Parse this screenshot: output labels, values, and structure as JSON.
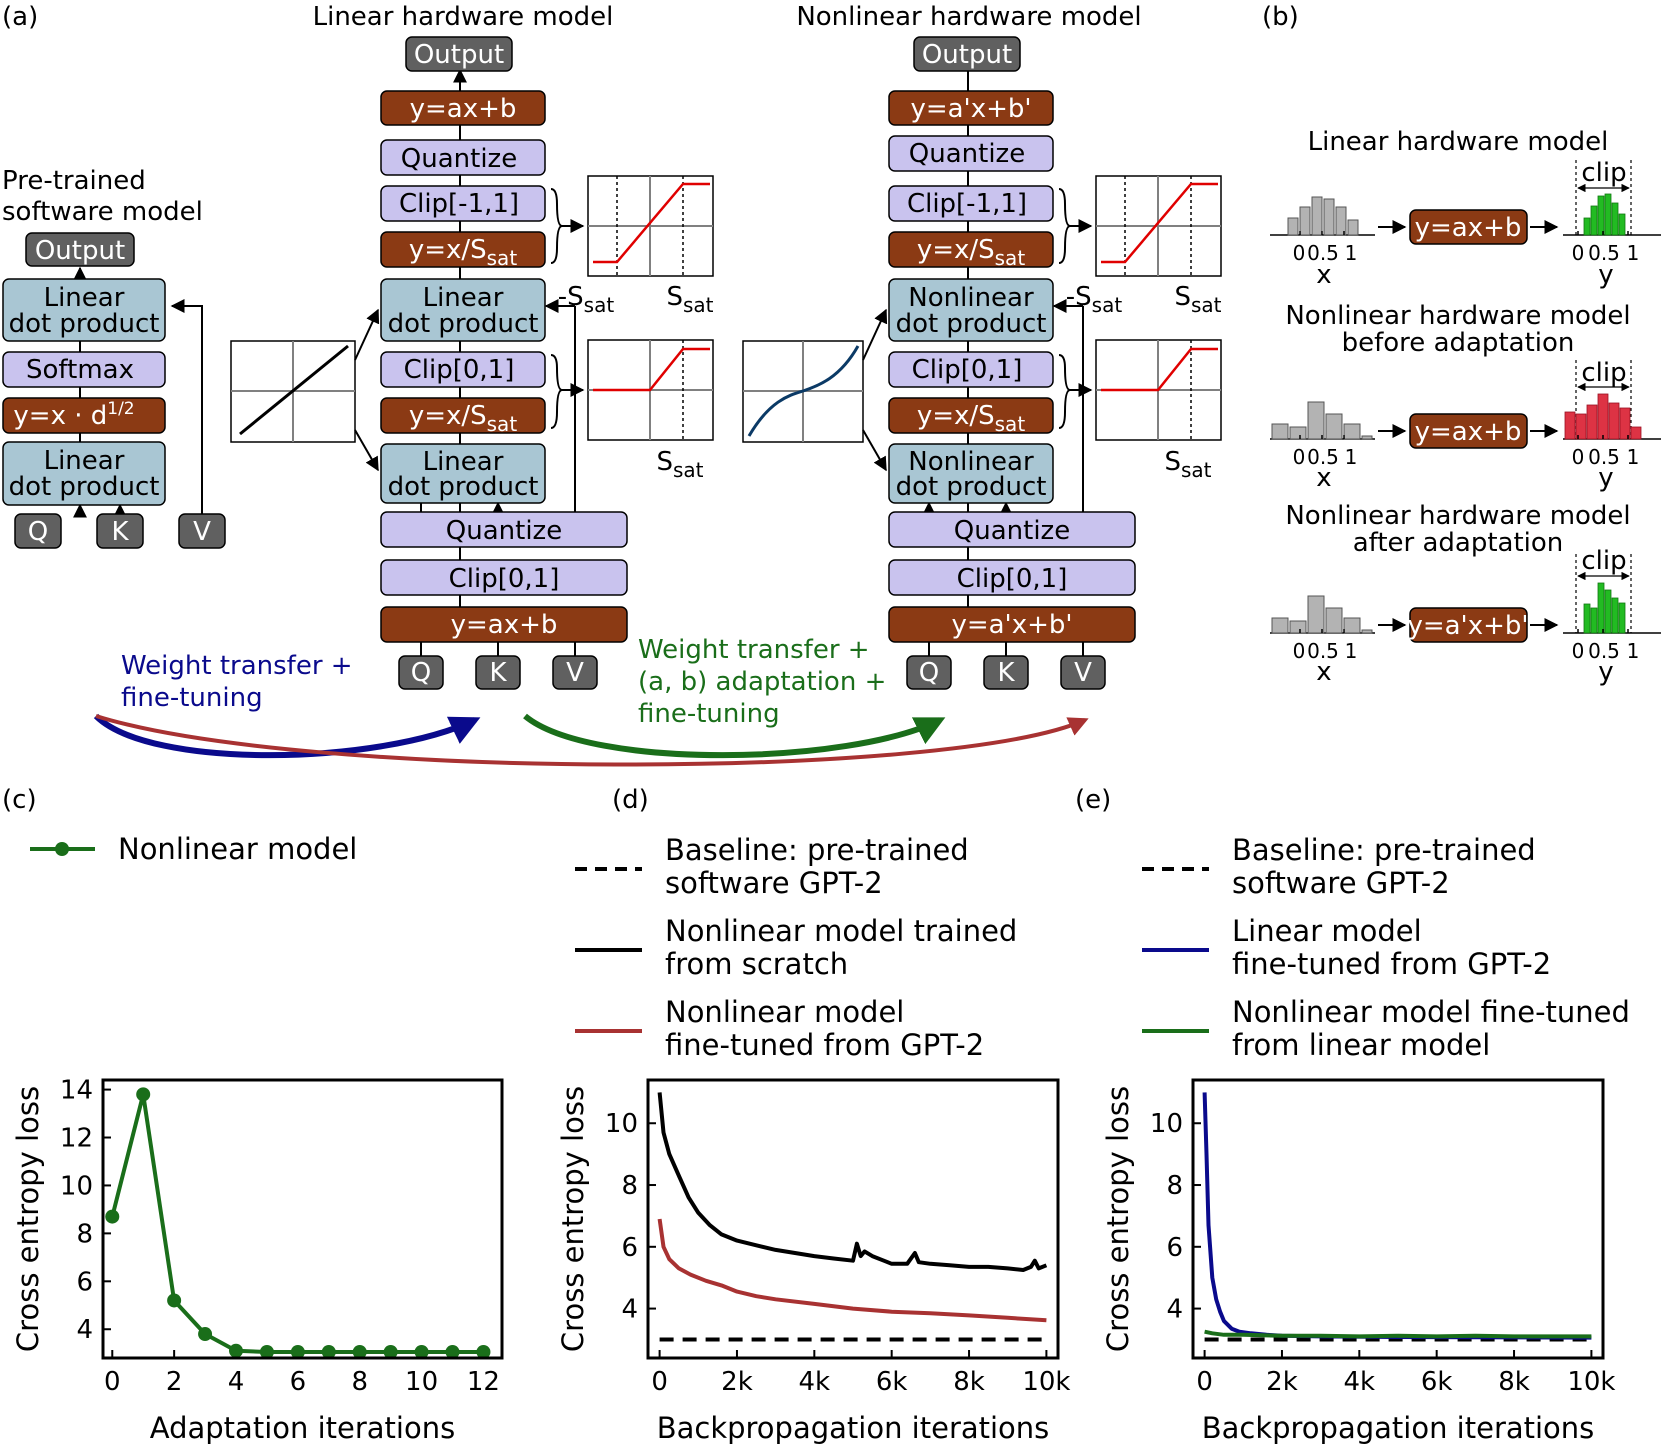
{
  "panels": {
    "a": "(a)",
    "b": "(b)",
    "c": "(c)",
    "d": "(d)",
    "e": "(e)"
  },
  "titles": {
    "linear": "Linear hardware model",
    "nonlinear": "Nonlinear hardware model",
    "pretrained_line1": "Pre-trained",
    "pretrained_line2": "software model"
  },
  "boxes": {
    "output": "Output",
    "linear_dot_1": "Linear",
    "linear_dot_2": "dot product",
    "nonlinear_dot_1": "Nonlinear",
    "nonlinear_dot_2": "dot product",
    "softmax": "Softmax",
    "scale_prefix": "y=x · d",
    "scale_sup": "1/2",
    "affine": "y=ax+b",
    "affine_adapted": "y=a'x+b'",
    "quantize": "Quantize",
    "clip_pm1": "Clip[-1,1]",
    "clip_01": "Clip[0,1]",
    "div_prefix": "y=x/S",
    "div_sub": "sat",
    "q": "Q",
    "k": "K",
    "v": "V"
  },
  "clip_plot_labels": {
    "neg_prefix": "-S",
    "pos_prefix": "S",
    "sub": "sat"
  },
  "arrows": {
    "blue_line1": "Weight transfer +",
    "blue_line2": "fine-tuning",
    "green_line1": "Weight transfer +",
    "green_line2": "(a, b) adaptation +",
    "green_line3": "fine-tuning"
  },
  "panel_b": {
    "title1": "Linear hardware model",
    "title2_line1": "Nonlinear hardware model",
    "title2_line2": "before adaptation",
    "title3_line1": "Nonlinear hardware model",
    "title3_line2": "after adaptation",
    "clip": "clip",
    "xlabel": "x",
    "ylabel": "y",
    "ticks": [
      "0",
      "0.5",
      "1"
    ],
    "affine": "y=ax+b",
    "affine_adapted": "y=a'x+b'"
  },
  "colors": {
    "brown": "#8B3A14",
    "lavender": "#C9C3EE",
    "lightblue": "#A9C6D3",
    "gray_box": "#606060",
    "blue_arrow": "#0A0A8C",
    "green_arrow": "#1A6E1A",
    "red_arrow": "#A83232",
    "hist_gray": "#B3B3B3",
    "hist_green": "#22BB22",
    "hist_red": "#DD3344",
    "curve_blue": "#0B3A66"
  },
  "legends": {
    "c": [
      "Nonlinear model"
    ],
    "d": [
      [
        "Baseline: pre-trained",
        "software GPT-2"
      ],
      [
        "Nonlinear model trained",
        "from scratch"
      ],
      [
        "Nonlinear model",
        "fine-tuned from GPT-2"
      ]
    ],
    "e": [
      [
        "Baseline: pre-trained",
        "software GPT-2"
      ],
      [
        "Linear model",
        "fine-tuned from GPT-2"
      ],
      [
        "Nonlinear model fine-tuned",
        "from linear model"
      ]
    ]
  },
  "chart_data": [
    {
      "type": "line",
      "panel": "c",
      "xlabel": "Adaptation iterations",
      "ylabel": "Cross entropy loss",
      "xlim": [
        -0.3,
        12.6
      ],
      "ylim": [
        2.8,
        14.4
      ],
      "xticks": [
        0,
        2,
        4,
        6,
        8,
        10,
        12
      ],
      "yticks": [
        4,
        6,
        8,
        10,
        12,
        14
      ],
      "series": [
        {
          "name": "Nonlinear model",
          "color": "#1A6E1A",
          "markers": true,
          "x": [
            0,
            1,
            2,
            3,
            4,
            5,
            6,
            7,
            8,
            9,
            10,
            11,
            12
          ],
          "y": [
            8.7,
            13.8,
            5.2,
            3.8,
            3.1,
            3.05,
            3.05,
            3.05,
            3.05,
            3.05,
            3.05,
            3.05,
            3.05
          ]
        }
      ]
    },
    {
      "type": "line",
      "panel": "d",
      "xlabel": "Backpropagation iterations",
      "ylabel": "Cross entropy loss",
      "xlim": [
        -300,
        10300
      ],
      "ylim": [
        2.4,
        11.4
      ],
      "xticks": [
        0,
        2000,
        4000,
        6000,
        8000,
        10000
      ],
      "xtick_labels": [
        "0",
        "2k",
        "4k",
        "6k",
        "8k",
        "10k"
      ],
      "yticks": [
        4,
        6,
        8,
        10
      ],
      "series": [
        {
          "name": "Baseline: pre-trained software GPT-2",
          "color": "#000000",
          "dash": true,
          "x": [
            0,
            10000
          ],
          "y": [
            3.0,
            3.0
          ]
        },
        {
          "name": "Nonlinear model trained from scratch",
          "color": "#000000",
          "x": [
            0,
            100,
            250,
            500,
            750,
            1000,
            1300,
            1600,
            2000,
            2500,
            3000,
            3500,
            4000,
            4500,
            5000,
            5100,
            5200,
            5300,
            5500,
            5800,
            6000,
            6400,
            6600,
            6700,
            7000,
            7500,
            8000,
            8500,
            9000,
            9400,
            9600,
            9700,
            9800,
            10000
          ],
          "y": [
            11.0,
            9.7,
            9.0,
            8.3,
            7.6,
            7.1,
            6.7,
            6.4,
            6.2,
            6.05,
            5.9,
            5.8,
            5.7,
            5.62,
            5.55,
            6.1,
            5.7,
            5.85,
            5.7,
            5.55,
            5.45,
            5.45,
            5.8,
            5.5,
            5.45,
            5.4,
            5.35,
            5.35,
            5.3,
            5.25,
            5.35,
            5.55,
            5.3,
            5.4
          ]
        },
        {
          "name": "Nonlinear model fine-tuned from GPT-2",
          "color": "#A83232",
          "x": [
            0,
            100,
            250,
            500,
            800,
            1200,
            1600,
            2000,
            2500,
            3000,
            4000,
            5000,
            6000,
            7000,
            8000,
            9000,
            10000
          ],
          "y": [
            6.9,
            6.0,
            5.6,
            5.3,
            5.1,
            4.9,
            4.75,
            4.55,
            4.4,
            4.3,
            4.15,
            4.0,
            3.9,
            3.85,
            3.78,
            3.7,
            3.62
          ]
        }
      ]
    },
    {
      "type": "line",
      "panel": "e",
      "xlabel": "Backpropagation iterations",
      "ylabel": "Cross entropy loss",
      "xlim": [
        -300,
        10300
      ],
      "ylim": [
        2.4,
        11.4
      ],
      "xticks": [
        0,
        2000,
        4000,
        6000,
        8000,
        10000
      ],
      "xtick_labels": [
        "0",
        "2k",
        "4k",
        "6k",
        "8k",
        "10k"
      ],
      "yticks": [
        4,
        6,
        8,
        10
      ],
      "series": [
        {
          "name": "Baseline: pre-trained software GPT-2",
          "color": "#000000",
          "dash": true,
          "x": [
            0,
            10000
          ],
          "y": [
            3.0,
            3.0
          ]
        },
        {
          "name": "Linear model fine-tuned from GPT-2",
          "color": "#0A0A8C",
          "x": [
            0,
            50,
            100,
            200,
            300,
            400,
            500,
            700,
            900,
            1200,
            1600,
            2000,
            3000,
            5000,
            7000,
            10000
          ],
          "y": [
            11.0,
            9.0,
            6.7,
            5.0,
            4.3,
            3.9,
            3.6,
            3.35,
            3.25,
            3.2,
            3.15,
            3.12,
            3.1,
            3.08,
            3.07,
            3.06
          ]
        },
        {
          "name": "Nonlinear model fine-tuned from linear model",
          "color": "#1A6E1A",
          "x": [
            0,
            200,
            500,
            1000,
            2000,
            3000,
            4000,
            5000,
            6000,
            7000,
            8000,
            9000,
            10000
          ],
          "y": [
            3.25,
            3.2,
            3.15,
            3.15,
            3.12,
            3.12,
            3.1,
            3.12,
            3.1,
            3.12,
            3.1,
            3.1,
            3.1
          ]
        }
      ]
    }
  ]
}
